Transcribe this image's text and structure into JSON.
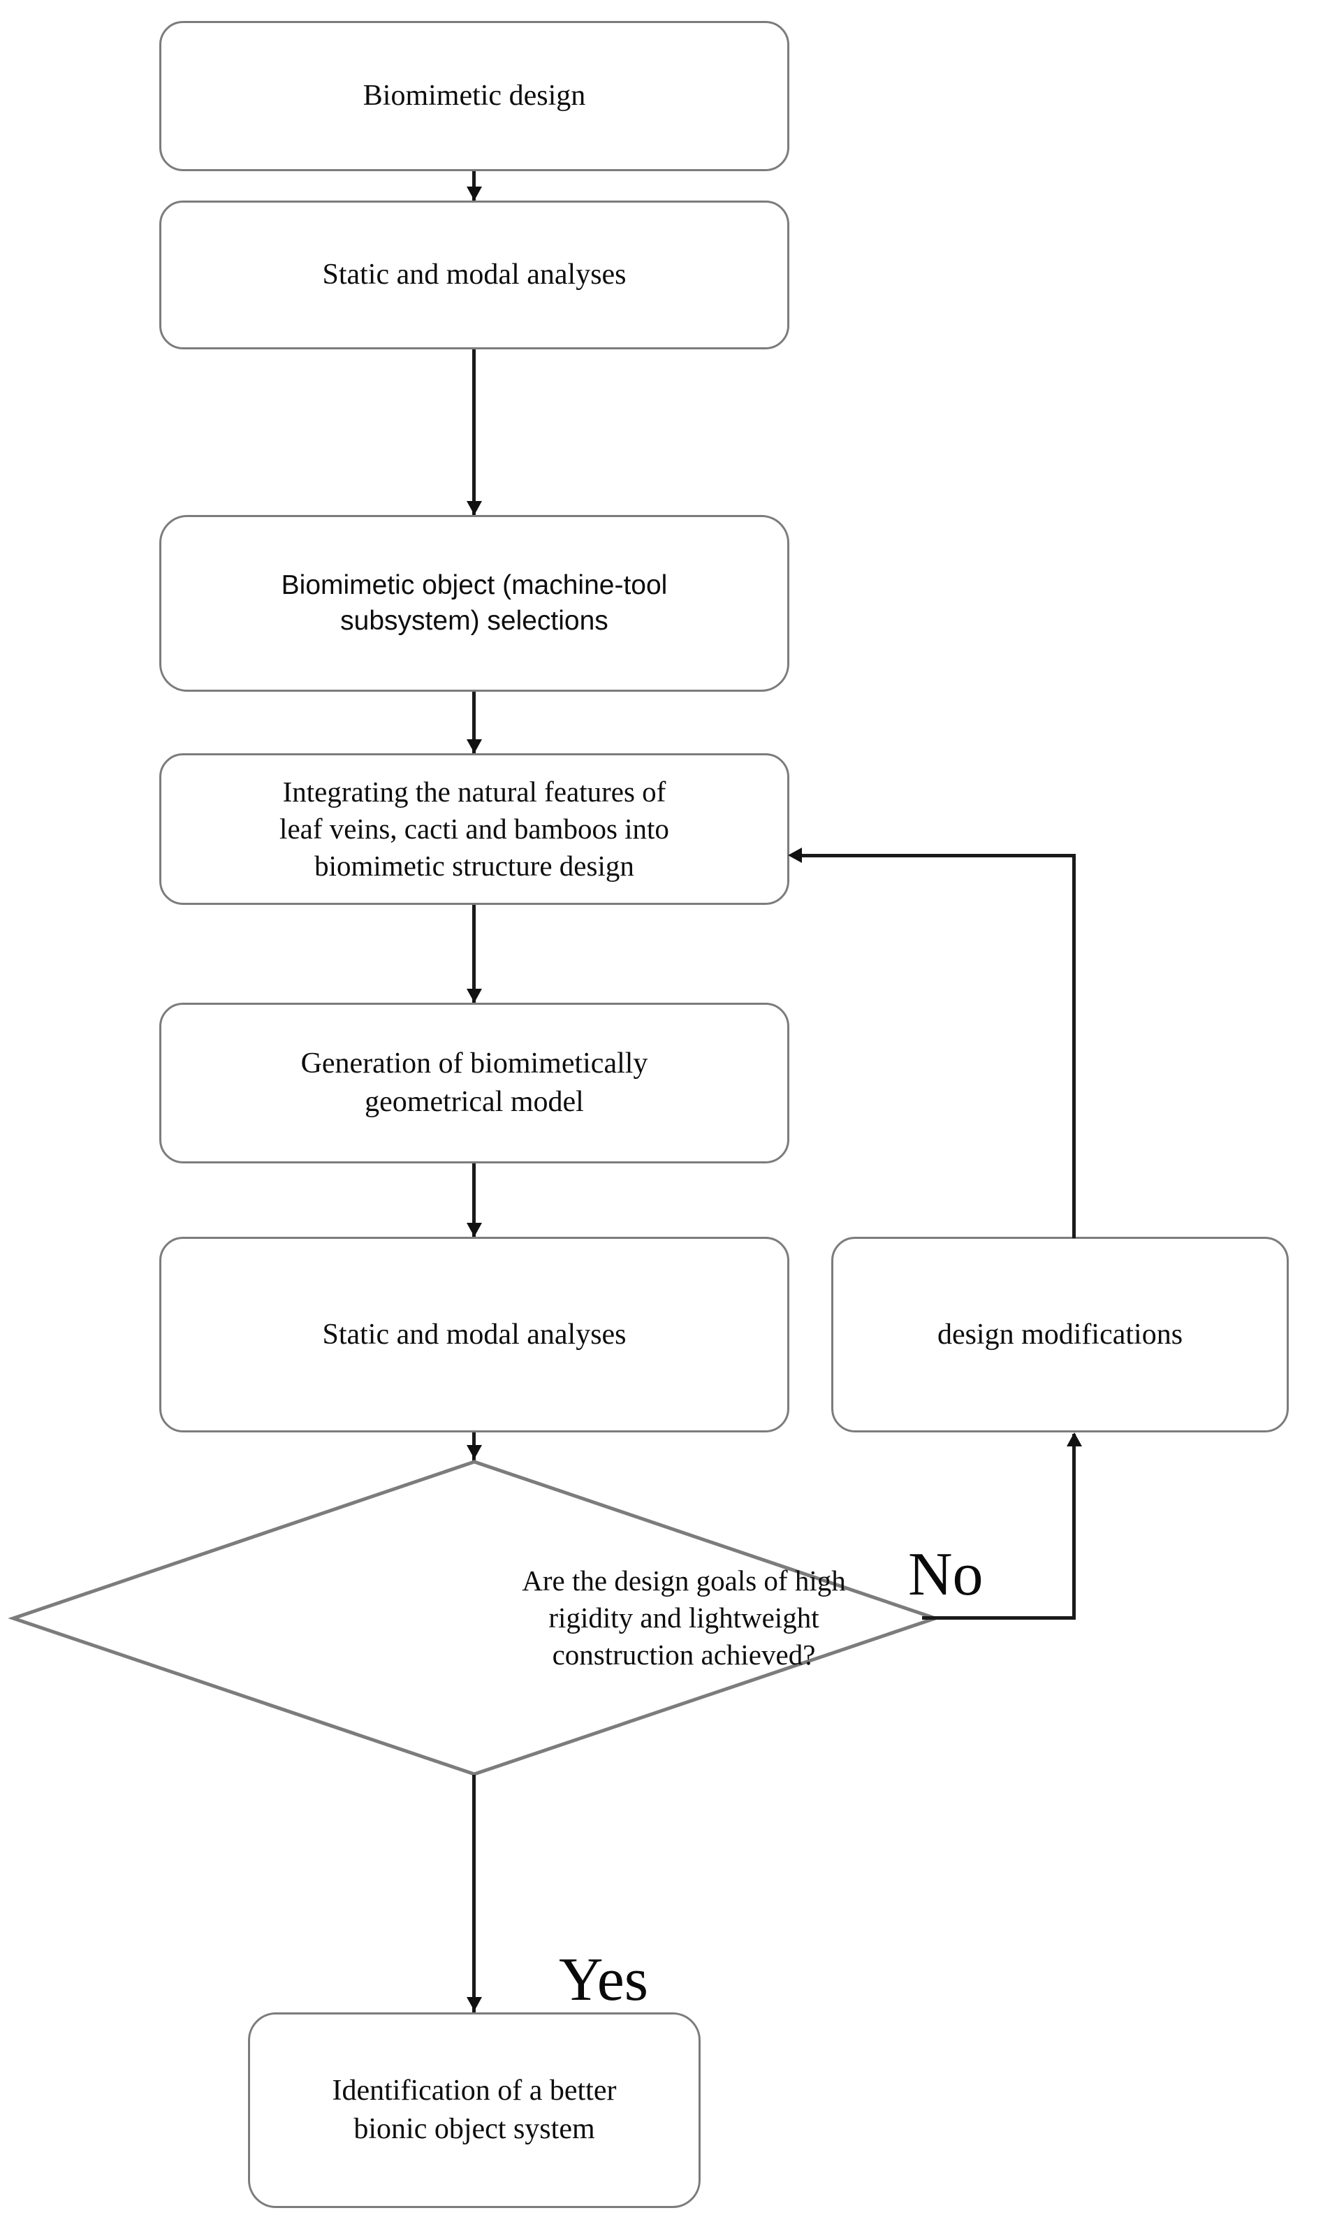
{
  "diagram": {
    "title": "Biomimetic design process flowchart",
    "type": "flowchart",
    "colors": {
      "node_border": "#7c7c7c",
      "connector": "#1a1a1a",
      "text": "#0d0d0d",
      "background": "#ffffff"
    },
    "nodes": [
      {
        "id": "biomimetic-design",
        "shape": "rounded-rectangle",
        "text": "Biomimetic design"
      },
      {
        "id": "static-modal-analyses-1",
        "shape": "rounded-rectangle",
        "text": "Static and modal analyses"
      },
      {
        "id": "biomimetic-object-selections",
        "shape": "rounded-rectangle",
        "text": "Biomimetic object (machine-tool\nsubsystem) selections"
      },
      {
        "id": "integrating-natural-features",
        "shape": "rounded-rectangle",
        "text": "Integrating the natural features of\nleaf veins, cacti and bamboos into\nbiomimetic structure design"
      },
      {
        "id": "generation-geometrical-model",
        "shape": "rounded-rectangle",
        "text": "Generation of biomimetically\ngeometrical model"
      },
      {
        "id": "static-modal-analyses-2",
        "shape": "rounded-rectangle",
        "text": "Static and modal analyses"
      },
      {
        "id": "design-modifications",
        "shape": "rounded-rectangle",
        "text": "design modifications"
      },
      {
        "id": "decision-design-goals",
        "shape": "diamond",
        "text": "Are the design goals of high\nrigidity and lightweight\nconstruction achieved?"
      },
      {
        "id": "identification-bionic-object-system",
        "shape": "rounded-rectangle",
        "text": "Identification of a better\nbionic object system"
      }
    ],
    "branch_labels": {
      "no": "No",
      "yes": "Yes"
    },
    "edges": [
      {
        "from": "biomimetic-design",
        "to": "static-modal-analyses-1",
        "label": ""
      },
      {
        "from": "static-modal-analyses-1",
        "to": "biomimetic-object-selections",
        "label": ""
      },
      {
        "from": "biomimetic-object-selections",
        "to": "integrating-natural-features",
        "label": ""
      },
      {
        "from": "integrating-natural-features",
        "to": "generation-geometrical-model",
        "label": ""
      },
      {
        "from": "generation-geometrical-model",
        "to": "static-modal-analyses-2",
        "label": ""
      },
      {
        "from": "static-modal-analyses-2",
        "to": "decision-design-goals",
        "label": ""
      },
      {
        "from": "decision-design-goals",
        "to": "design-modifications",
        "label": "No"
      },
      {
        "from": "design-modifications",
        "to": "integrating-natural-features",
        "label": ""
      },
      {
        "from": "decision-design-goals",
        "to": "identification-bionic-object-system",
        "label": "Yes"
      }
    ]
  }
}
